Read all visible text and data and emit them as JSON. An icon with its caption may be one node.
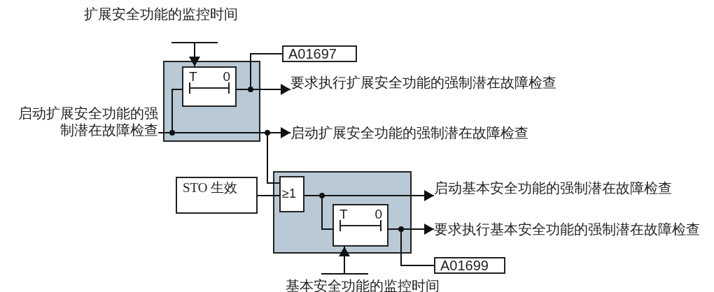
{
  "diagram": {
    "nodes": [
      {
        "text": [],
        "shape": "box"
      },
      {
        "text": [
          "T",
          "0"
        ],
        "in": 0
      },
      {
        "text": [
          "A01697"
        ]
      },
      {
        "text": [
          "要求执行扩展安全功能的强制潜在故障检查"
        ]
      },
      {
        "text": [
          "启动扩展安全功能的强制潜在故障检查"
        ]
      },
      {
        "text": [
          "启动扩展安全功能的强制潜在故障检查"
        ]
      },
      {
        "text": [],
        "shape": "box"
      },
      {
        "text": [
          "STO 生效"
        ]
      },
      {
        "text": [
          "≥1"
        ],
        "in": 6
      },
      {
        "text": [
          "T",
          "0"
        ],
        "in": 6
      },
      {
        "text": [
          "启动基本安全功能的强制潜在故障检查"
        ]
      },
      {
        "text": [
          "要求执行基本安全功能的强制潜在故障检查"
        ]
      },
      {
        "text": [
          "A01699"
        ]
      },
      {
        "text": [
          "扩展安全功能的监控时间"
        ]
      },
      {
        "text": [
          "基本安全功能的监控时间"
        ]
      }
    ],
    "edges": [
      {
        "from": 13,
        "to": 1,
        "arrow": "to"
      },
      {
        "from": 5,
        "to": 1,
        "arrow": "none"
      },
      {
        "from": 5,
        "to": 4,
        "arrow": "to"
      },
      {
        "from": 5,
        "to": 8,
        "arrow": "none"
      },
      {
        "from": 1,
        "to": 3,
        "arrow": "to"
      },
      {
        "from": 1,
        "to": 2,
        "arrow": "none"
      },
      {
        "from": 7,
        "to": 8,
        "arrow": "none"
      },
      {
        "from": 8,
        "to": 10,
        "arrow": "to"
      },
      {
        "from": 8,
        "to": 9,
        "arrow": "none"
      },
      {
        "from": 9,
        "to": 11,
        "arrow": "to"
      },
      {
        "from": 9,
        "to": 12,
        "arrow": "none"
      },
      {
        "from": 14,
        "to": 9,
        "arrow": "to"
      }
    ]
  }
}
